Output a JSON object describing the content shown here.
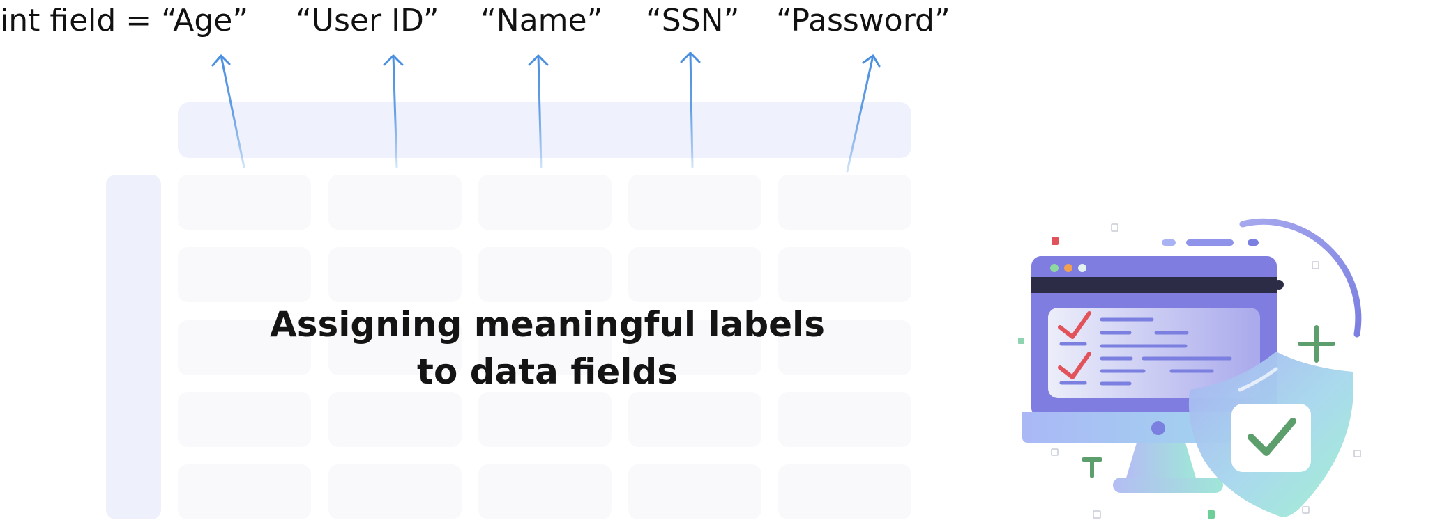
{
  "field_labels": {
    "prefix": "int field = “Age”",
    "items": [
      "“User ID”",
      "“Name”",
      "“SSN”",
      "“Password”"
    ]
  },
  "caption": {
    "line1": "Assigning meaningful labels",
    "line2": "to data fields"
  },
  "colors": {
    "arrow": "#4a8fe0",
    "header_bar": "#eff2fd",
    "row_bar": "#eef1fb",
    "cell": "#f9f9fc",
    "monitor_frame": "#7f7de0",
    "monitor_dark": "#2c2c46",
    "check_red": "#e2525a",
    "check_green": "#5c9f6c",
    "shield_start": "#a9b3f3",
    "shield_end": "#9ff0cf"
  },
  "icons": [
    "checklist-monitor-icon",
    "shield-check-icon",
    "plus-icon"
  ]
}
